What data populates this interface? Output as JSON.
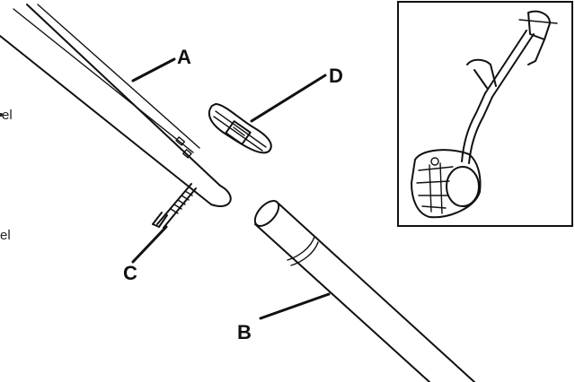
{
  "part_labels": {
    "a": "A",
    "b": "B",
    "c": "C",
    "d": "D"
  },
  "cropped_text": {
    "line1": "el",
    "line2": "el"
  }
}
